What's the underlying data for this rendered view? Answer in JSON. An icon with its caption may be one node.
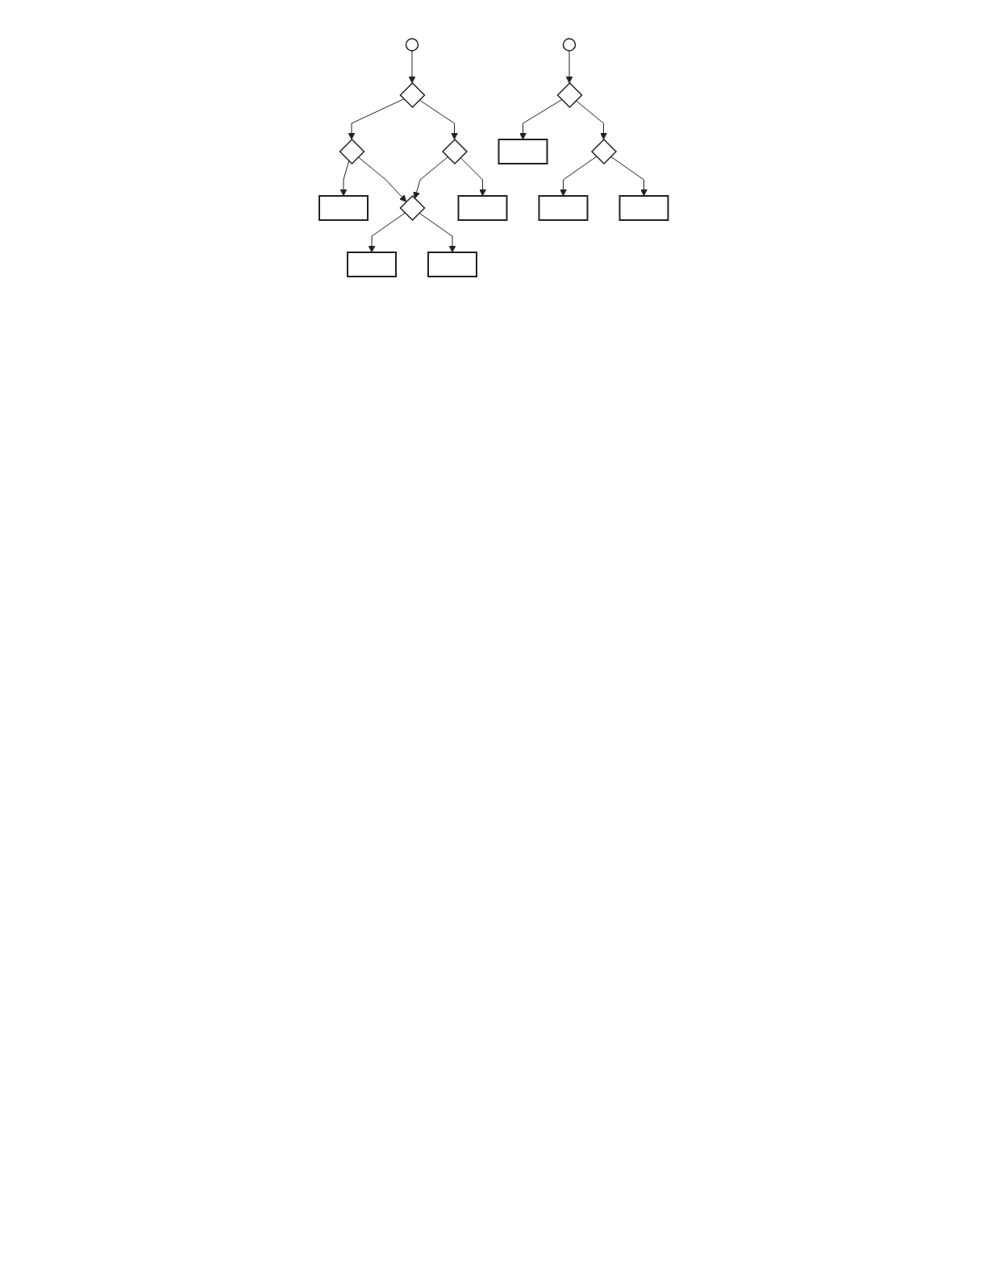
{
  "diagram": {
    "nodes": [
      {
        "text": [],
        "shape": "circle"
      },
      {
        "text": [],
        "shape": "circle"
      },
      {
        "text": [],
        "shape": "diamond"
      },
      {
        "text": [],
        "shape": "box"
      },
      {
        "text": [],
        "shape": "diamond"
      },
      {
        "text": [],
        "shape": "box"
      },
      {
        "text": [],
        "shape": "box"
      },
      {
        "text": [],
        "shape": "diamond"
      },
      {
        "text": [],
        "shape": "diamond"
      },
      {
        "text": [],
        "shape": "box"
      },
      {
        "text": [],
        "shape": "diamond"
      },
      {
        "text": [],
        "shape": "diamond"
      },
      {
        "text": [],
        "shape": "box"
      },
      {
        "text": [],
        "shape": "box"
      },
      {
        "text": [],
        "shape": "box"
      }
    ],
    "edges": [
      {
        "from": 1,
        "to": 2,
        "arrow": "to"
      },
      {
        "from": 2,
        "to": 3,
        "arrow": "to"
      },
      {
        "from": 2,
        "to": 4,
        "arrow": "to"
      },
      {
        "from": 4,
        "to": 5,
        "arrow": "to"
      },
      {
        "from": 4,
        "to": 6,
        "arrow": "to"
      },
      {
        "from": 0,
        "to": 7,
        "arrow": "to"
      },
      {
        "from": 7,
        "to": 8,
        "arrow": "to"
      },
      {
        "from": 8,
        "to": 9,
        "arrow": "to"
      },
      {
        "from": 7,
        "to": 10,
        "arrow": "to"
      },
      {
        "from": 8,
        "to": 11,
        "arrow": "to"
      },
      {
        "from": 10,
        "to": 11,
        "arrow": "to"
      },
      {
        "from": 11,
        "to": 12,
        "arrow": "to"
      },
      {
        "from": 10,
        "to": 13,
        "arrow": "to"
      },
      {
        "from": 11,
        "to": 14,
        "arrow": "to"
      }
    ]
  }
}
